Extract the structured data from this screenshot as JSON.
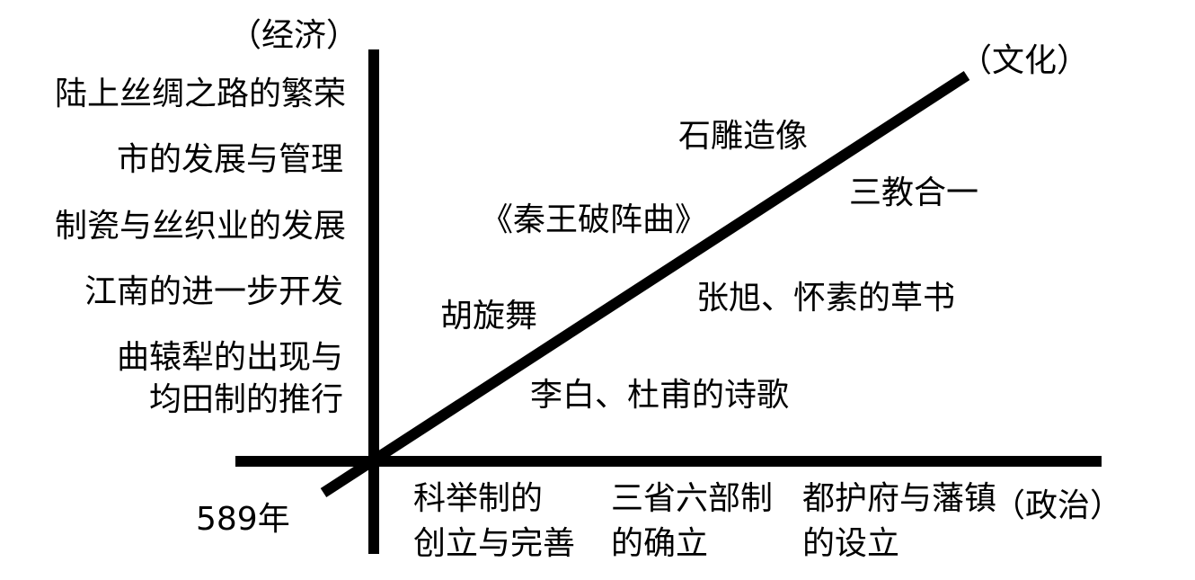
{
  "axes": {
    "economy": "（经济）",
    "culture": "（文化）",
    "politics": "（政治）",
    "origin": "589年"
  },
  "economy_items": [
    "陆上丝绸之路的繁荣",
    "市的发展与管理",
    "制瓷与丝织业的发展",
    "江南的进一步开发",
    "曲辕犁的出现与",
    "均田制的推行"
  ],
  "culture_items": {
    "stone_carving": "石雕造像",
    "three_teachings": "三教合一",
    "qin_wang": "《秦王破阵曲》",
    "calligraphy": "张旭、怀素的草书",
    "huxuan_dance": "胡旋舞",
    "poetry": "李白、杜甫的诗歌"
  },
  "politics_items": [
    {
      "line1": "科举制的",
      "line2": "创立与完善"
    },
    {
      "line1": "三省六部制",
      "line2": "的确立"
    },
    {
      "line1": "都护府与藩镇",
      "line2": "的设立"
    }
  ]
}
